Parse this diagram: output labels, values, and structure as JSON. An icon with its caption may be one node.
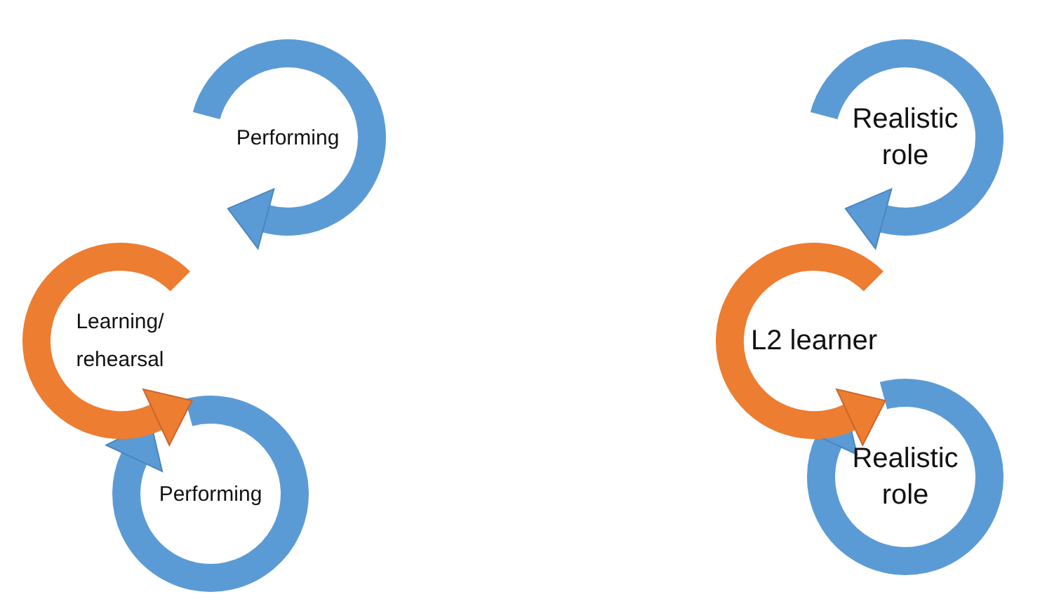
{
  "diagram": {
    "nodes": [
      {
        "text": [
          "Performing"
        ]
      },
      {
        "text": [
          "Performing"
        ]
      },
      {
        "text": [
          "Realistic role"
        ]
      },
      {
        "text": [
          "Realistic role"
        ]
      }
    ],
    "edges": [
      {
        "from": 0,
        "to": 1,
        "arrow": "to",
        "label": "Learning/ rehearsal"
      },
      {
        "from": 2,
        "to": 3,
        "arrow": "to",
        "label": "L2 learner"
      }
    ]
  }
}
